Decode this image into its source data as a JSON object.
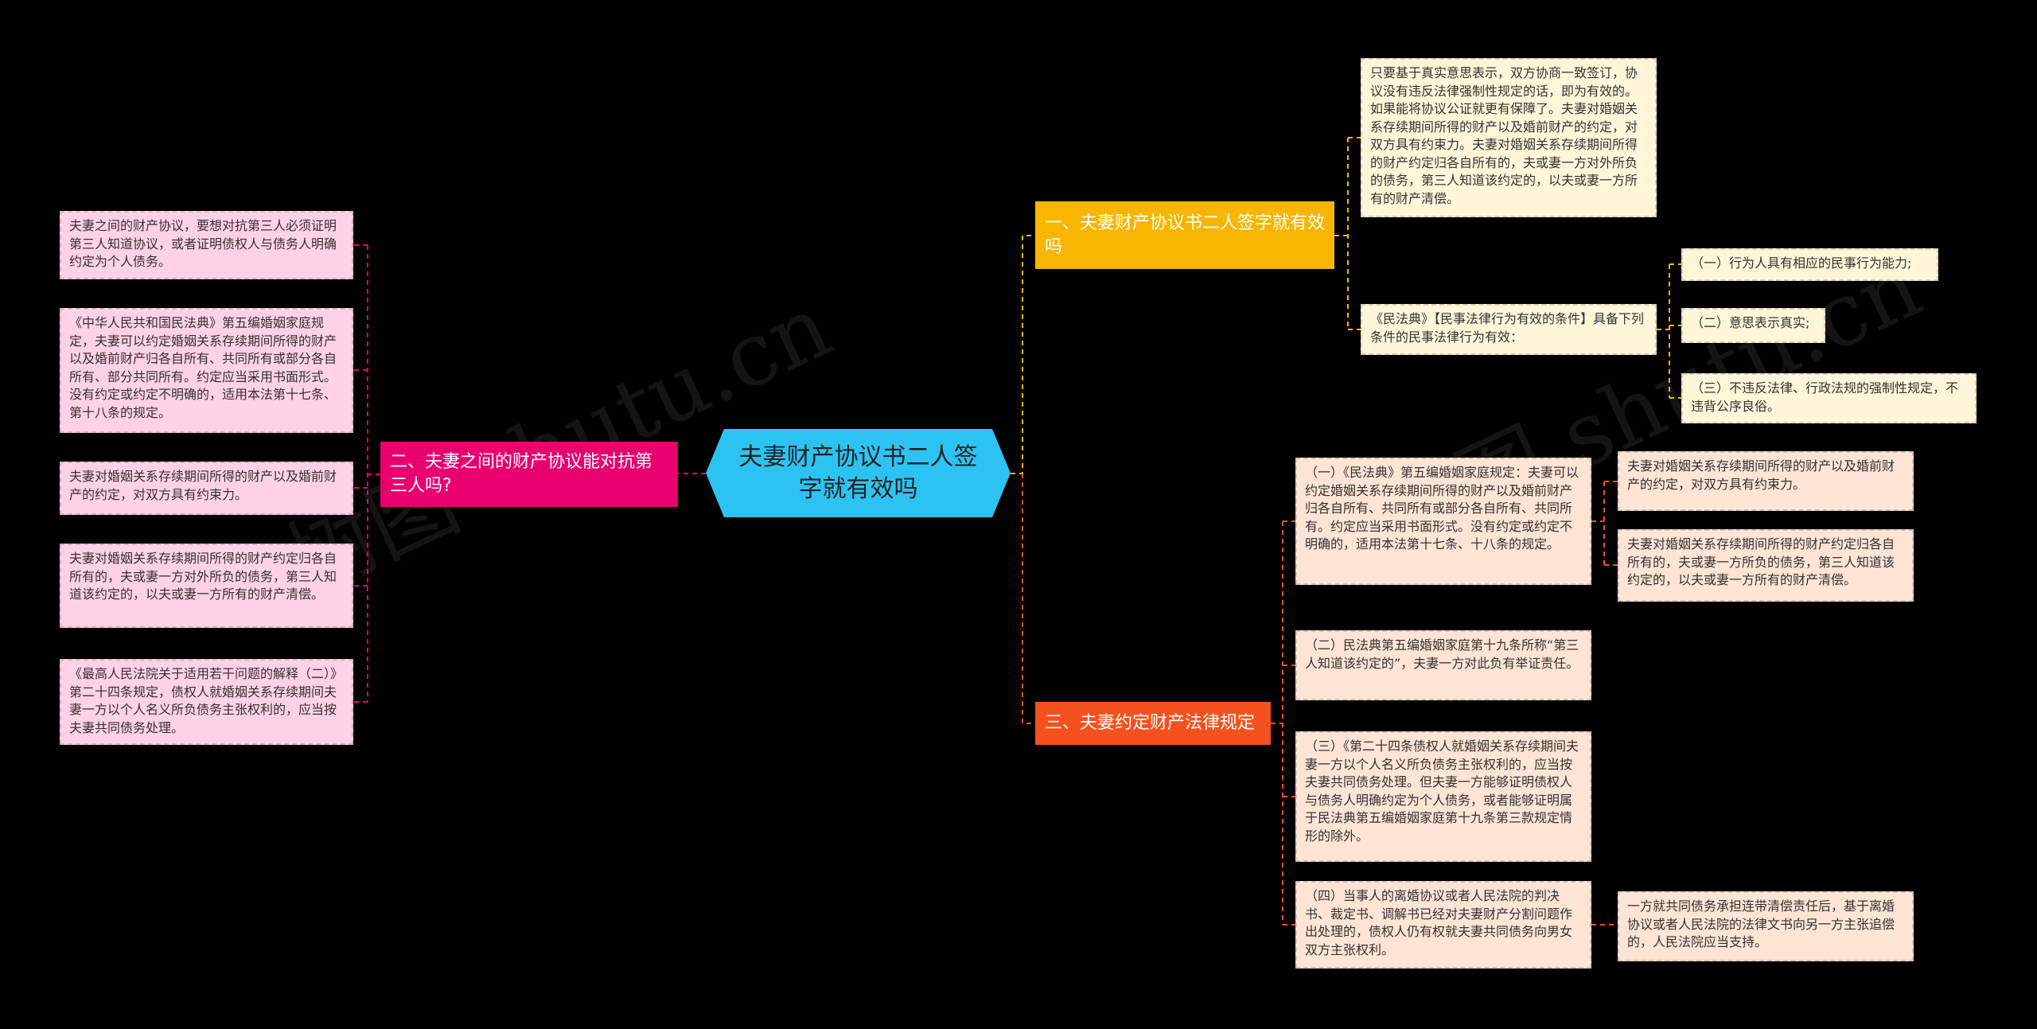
{
  "center": "夫妻财产协议书二人签字就有效吗",
  "branches": [
    {
      "label": "一、夫妻财产协议书二人签字就有效吗",
      "color": "#f7b500",
      "children": [
        {
          "text": "只要基于真实意思表示，双方协商一致签订，协议没有违反法律强制性规定的话，即为有效的。如果能将协议公证就更有保障了。夫妻对婚姻关系存续期间所得的财产以及婚前财产的约定，对双方具有约束力。夫妻对婚姻关系存续期间所得的财产约定归各自所有的，夫或妻一方对外所负的债务，第三人知道该约定的，以夫或妻一方所有的财产清偿。"
        },
        {
          "text": "《民法典》【民事法律行为有效的条件】具备下列条件的民事法律行为有效：",
          "children": [
            "（一）行为人具有相应的民事行为能力;",
            "（二）意思表示真实;",
            "（三）不违反法律、行政法规的强制性规定，不违背公序良俗。"
          ]
        }
      ]
    },
    {
      "label": "二、夫妻之间的财产协议能对抗第三人吗?",
      "color": "#e8006f",
      "children": [
        "夫妻之间的财产协议，要想对抗第三人必须证明第三人知道协议，或者证明债权人与债务人明确约定为个人债务。",
        "《中华人民共和国民法典》第五编婚姻家庭规定，夫妻可以约定婚姻关系存续期间所得的财产以及婚前财产归各自所有、共同所有或部分各自所有、部分共同所有。约定应当采用书面形式。没有约定或约定不明确的，适用本法第十七条、第十八条的规定。",
        "夫妻对婚姻关系存续期间所得的财产以及婚前财产的约定，对双方具有约束力。",
        "夫妻对婚姻关系存续期间所得的财产约定归各自所有的，夫或妻一方对外所负的债务，第三人知道该约定的，以夫或妻一方所有的财产清偿。",
        "《最高人民法院关于适用若干问题的解释（二）》第二十四条规定，债权人就婚姻关系存续期间夫妻一方以个人名义所负债务主张权利的，应当按夫妻共同债务处理。"
      ]
    },
    {
      "label": "三、夫妻约定财产法律规定",
      "color": "#f4511e",
      "children": [
        {
          "text": "（一）《民法典》第五编婚姻家庭规定：夫妻可以约定婚姻关系存续期间所得的财产以及婚前财产归各自所有、共同所有或部分各自所有、共同所有。约定应当采用书面形式。没有约定或约定不明确的，适用本法第十七条、十八条的规定。",
          "children": [
            "夫妻对婚姻关系存续期间所得的财产以及婚前财产的约定，对双方具有约束力。",
            "夫妻对婚姻关系存续期间所得的财产约定归各自所有的，夫或妻一方所负的债务，第三人知道该约定的，以夫或妻一方所有的财产清偿。"
          ]
        },
        {
          "text": "（二）民法典第五编婚姻家庭第十九条所称“第三人知道该约定的”，夫妻一方对此负有举证责任。"
        },
        {
          "text": "（三）《第二十四条债权人就婚姻关系存续期间夫妻一方以个人名义所负债务主张权利的，应当按夫妻共同债务处理。但夫妻一方能够证明债权人与债务人明确约定为个人债务，或者能够证明属于民法典第五编婚姻家庭第十九条第三款规定情形的除外。"
        },
        {
          "text": "（四）当事人的离婚协议或者人民法院的判决书、裁定书、调解书已经对夫妻财产分割问题作出处理的，债权人仍有权就夫妻共同债务向男女双方主张权利。",
          "children": [
            "一方就共同债务承担连带清偿责任后，基于离婚协议或者人民法院的法律文书向另一方主张追偿的，人民法院应当支持。"
          ]
        }
      ]
    }
  ],
  "colors": {
    "center": "#2cc3f2",
    "pink_leaf": "#ffd1e6",
    "yellow_leaf": "#fff6d9",
    "peach_leaf": "#fde4d4"
  }
}
